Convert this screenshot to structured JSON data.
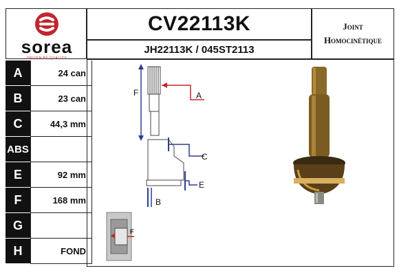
{
  "brand": {
    "name": "sorea",
    "tagline": "DRIVEN BY QUALITY",
    "color": "#c0272d"
  },
  "header": {
    "title": "CV22113K",
    "subtitle": "JH22113K / 045ST2113",
    "type_line1": "Joint",
    "type_line2": "Homocinétique"
  },
  "specs": [
    {
      "key": "A",
      "value": "24 can"
    },
    {
      "key": "B",
      "value": "23 can"
    },
    {
      "key": "C",
      "value": "44,3 mm"
    },
    {
      "key": "ABS",
      "value": ""
    },
    {
      "key": "E",
      "value": "92 mm"
    },
    {
      "key": "F",
      "value": "168 mm"
    },
    {
      "key": "G",
      "value": ""
    },
    {
      "key": "H",
      "value": "FOND"
    }
  ],
  "diagram": {
    "labels": {
      "a": "A",
      "b": "B",
      "c": "C",
      "e": "E",
      "f": "F"
    },
    "inset_label": "F"
  }
}
